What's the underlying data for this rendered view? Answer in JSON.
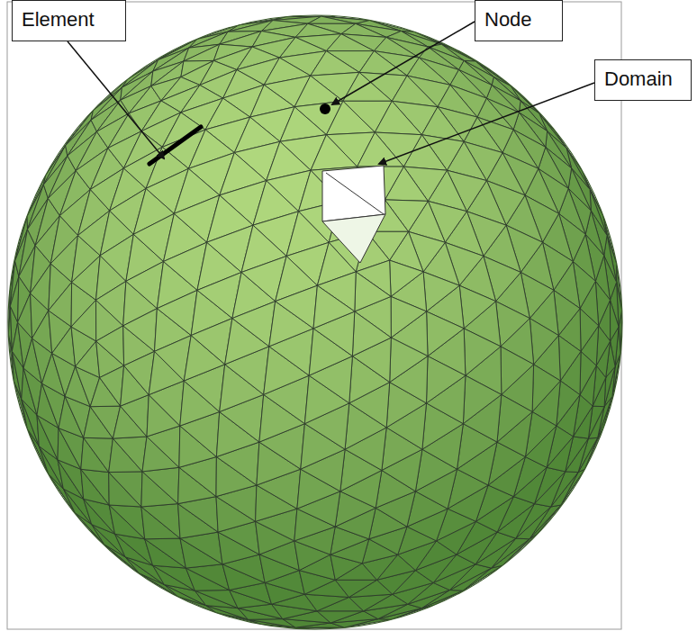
{
  "diagram": {
    "nodes": [
      {
        "text": [
          "Element"
        ]
      },
      {
        "text": [
          "Node"
        ]
      },
      {
        "text": [
          "Domain"
        ]
      }
    ]
  }
}
